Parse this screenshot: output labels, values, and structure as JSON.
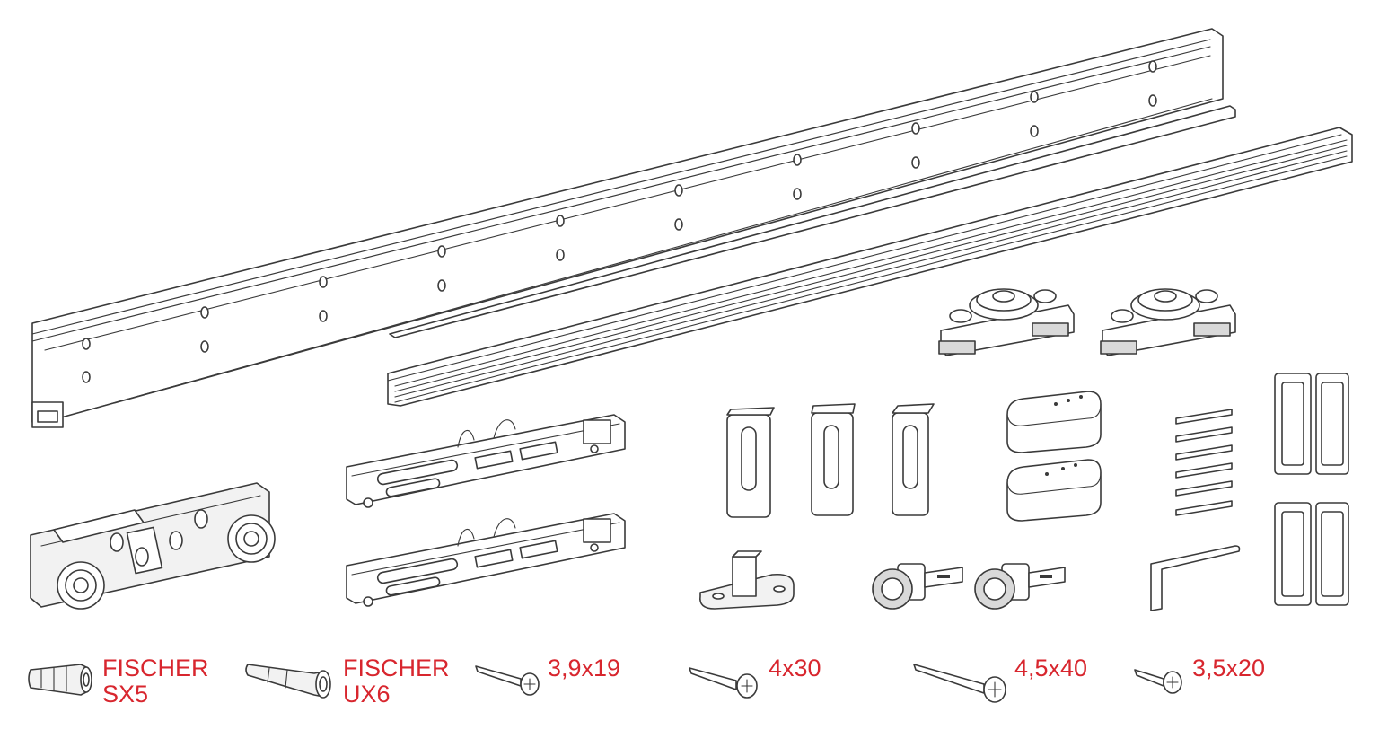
{
  "label_color": "#d8262e",
  "line_color": "#3a3a3a",
  "labels": {
    "fischer_sx5": [
      "FISCHER",
      "SX5"
    ],
    "fischer_ux6": [
      "FISCHER",
      "UX6"
    ],
    "screw_3_9x19": "3,9x19",
    "screw_4x30": "4x30",
    "screw_4_5x40": "4,5x40",
    "screw_3_5x20": "3,5x20"
  }
}
